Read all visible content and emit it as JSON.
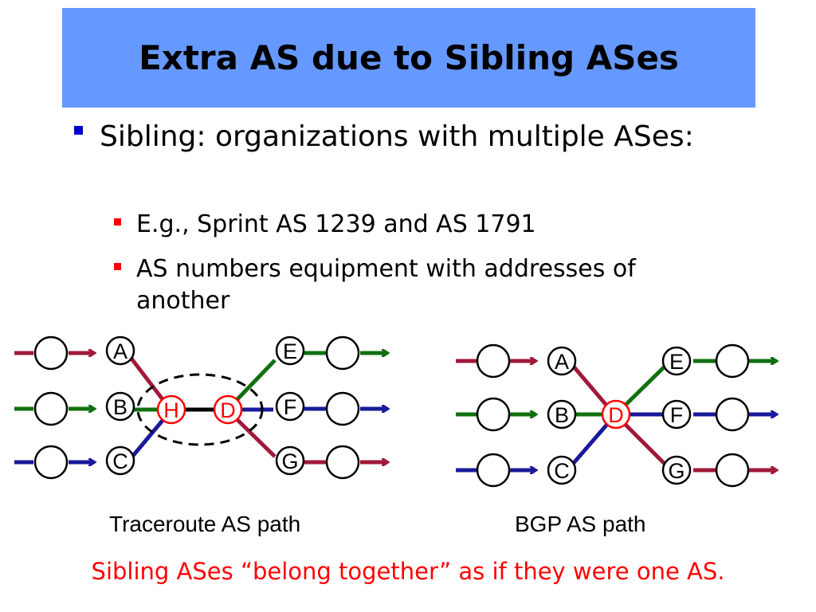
{
  "slide": {
    "title": "Extra AS due to Sibling ASes",
    "bullet": "Sibling: organizations with multiple ASes:",
    "subbullets": [
      "E.g., Sprint AS 1239 and AS 1791",
      "AS numbers equipment with addresses of another"
    ],
    "footer": "Sibling ASes “belong together” as if they were one AS."
  },
  "colors": {
    "title_bg": "#6699ff",
    "bullet_l1": "#0000cc",
    "bullet_l2": "#ff0000",
    "path_red": "#a0193a",
    "path_green": "#107010",
    "path_blue": "#1a1a9a",
    "highlight": "#ff0000"
  },
  "diagrams": {
    "traceroute": {
      "caption": "Traceroute AS path",
      "left_nodes": [
        "A",
        "B",
        "C"
      ],
      "center_nodes": [
        "H",
        "D"
      ],
      "right_nodes": [
        "E",
        "F",
        "G"
      ]
    },
    "bgp": {
      "caption": "BGP AS path",
      "left_nodes": [
        "A",
        "B",
        "C"
      ],
      "center_nodes": [
        "D"
      ],
      "right_nodes": [
        "E",
        "F",
        "G"
      ]
    }
  }
}
